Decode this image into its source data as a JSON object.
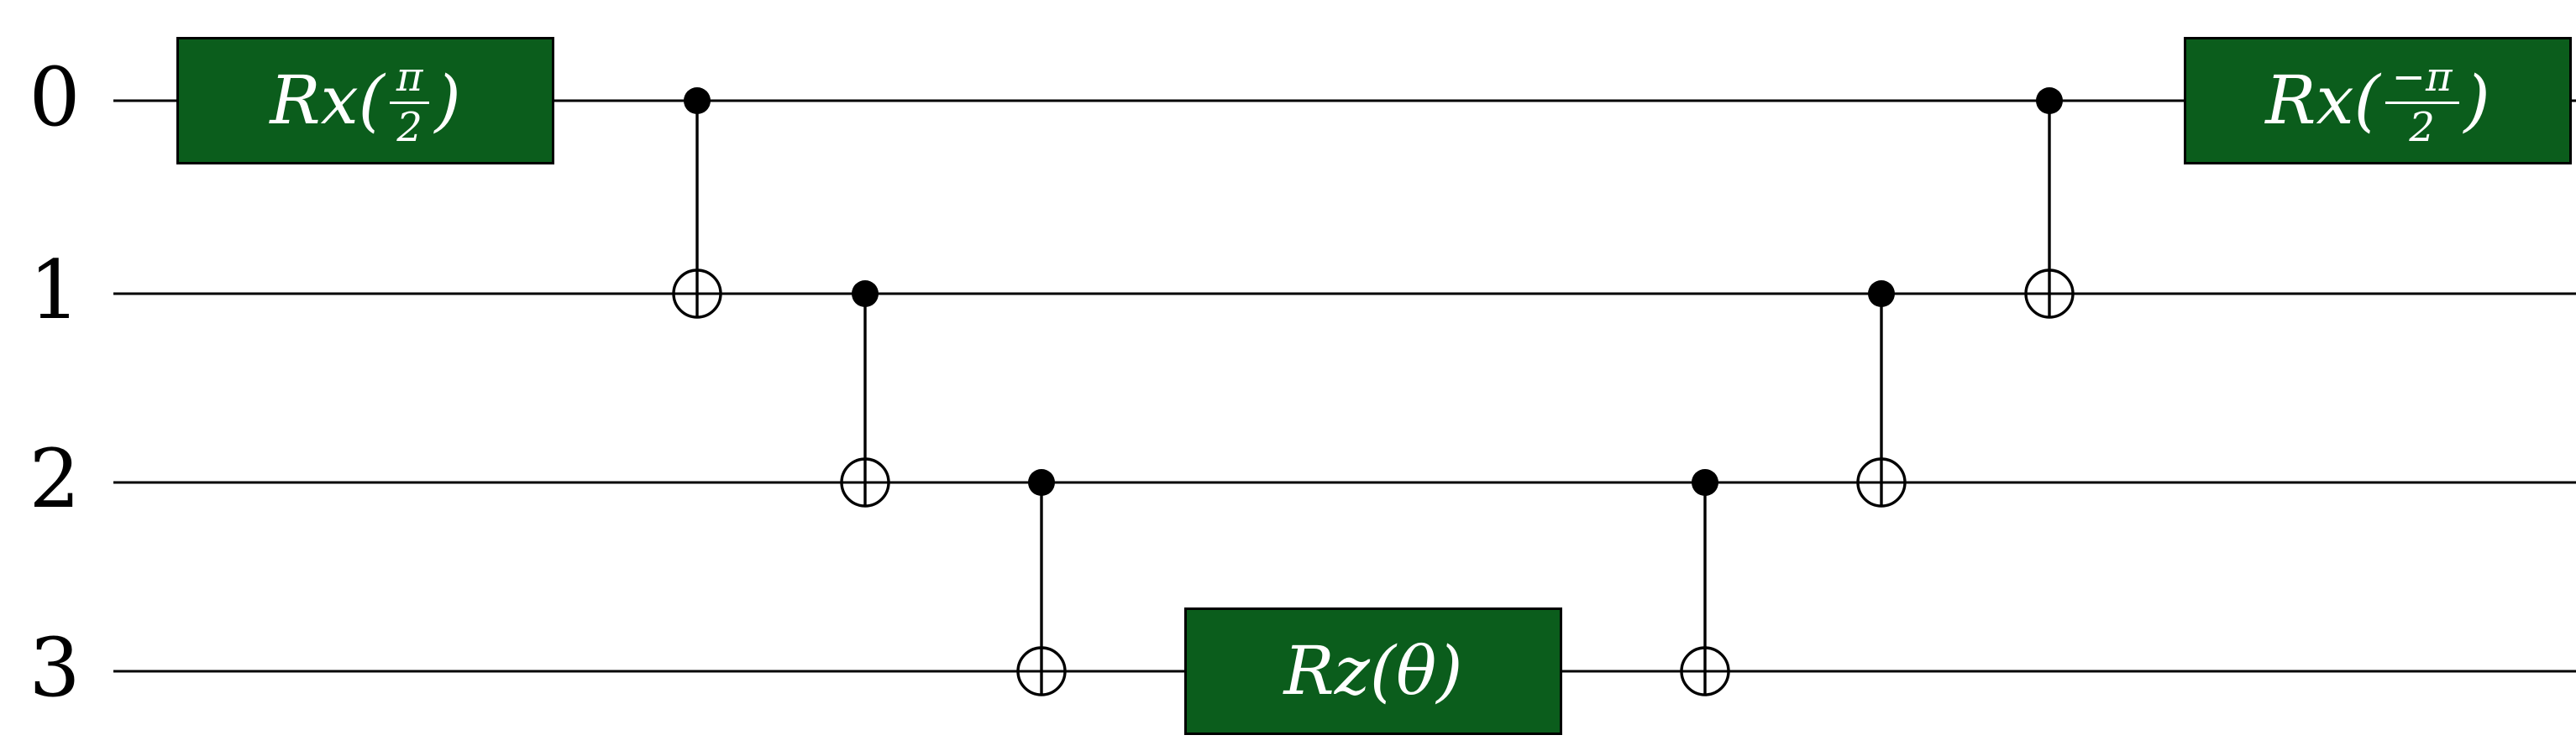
{
  "diagram": {
    "type": "quantum-circuit",
    "qubits": [
      {
        "label": "0"
      },
      {
        "label": "1"
      },
      {
        "label": "2"
      },
      {
        "label": "3"
      }
    ],
    "boxes": [
      {
        "gate": "Rx",
        "qubit": 0,
        "prefix": "Rx(",
        "numerator": "π",
        "denominator": "2",
        "suffix": ")"
      },
      {
        "gate": "Rz",
        "qubit": 3,
        "text": "Rz(θ)"
      },
      {
        "gate": "Rx",
        "qubit": 0,
        "prefix": "Rx(",
        "numerator": "−π",
        "denominator": "2",
        "suffix": ")"
      }
    ],
    "cnots": [
      {
        "control": 0,
        "target": 1
      },
      {
        "control": 1,
        "target": 2
      },
      {
        "control": 2,
        "target": 3
      },
      {
        "control": 2,
        "target": 3
      },
      {
        "control": 1,
        "target": 2
      },
      {
        "control": 0,
        "target": 1
      }
    ],
    "colors": {
      "gate_fill": "#0b5d1c",
      "gate_border": "#000000",
      "gate_text": "#ffffff",
      "wire": "#000000",
      "background": "#ffffff"
    }
  }
}
